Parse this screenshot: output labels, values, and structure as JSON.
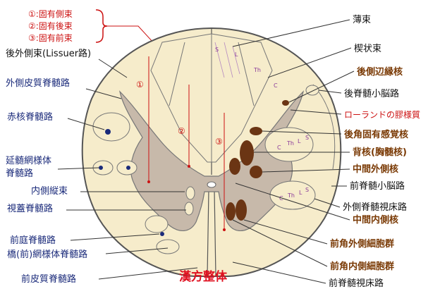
{
  "legend": {
    "items": [
      "①:固有側束",
      "②:固有後束",
      "③:固有前束"
    ]
  },
  "labels_left": [
    "後外側束(Lissuer路)",
    "外側皮質脊髄路",
    "赤核脊髄路",
    "延髄網様体",
    "脊髄路",
    "内側縦束",
    "視蓋脊髄路",
    "前庭脊髄路",
    "橋(前)網様体脊髄路",
    "前皮質脊髄路"
  ],
  "labels_right_black": [
    "薄束",
    "楔状束",
    "後脊髄小脳路",
    "前脊髄小脳路",
    "外側脊髄視床路",
    "前脊髄視床路"
  ],
  "labels_right_brown": [
    "後側辺縁核",
    "後角固有感覚核",
    "背核(胸髄核)",
    "中間外側核",
    "中間内側核",
    "前角外側細胞群",
    "前角内側細胞群"
  ],
  "labels_right_red": [
    "ローランドの膠様質"
  ],
  "inner": {
    "num1": "①",
    "num2": "②",
    "num3": "③",
    "s": "S",
    "l": "L",
    "th": "Th",
    "c": "C"
  },
  "brand": "漢方整体",
  "colors": {
    "cord_fill": "#f6eccb",
    "grey_matter": "#c7b9aa",
    "nucleus": "#6b3514",
    "outline": "#555555",
    "red": "#cc1111"
  }
}
